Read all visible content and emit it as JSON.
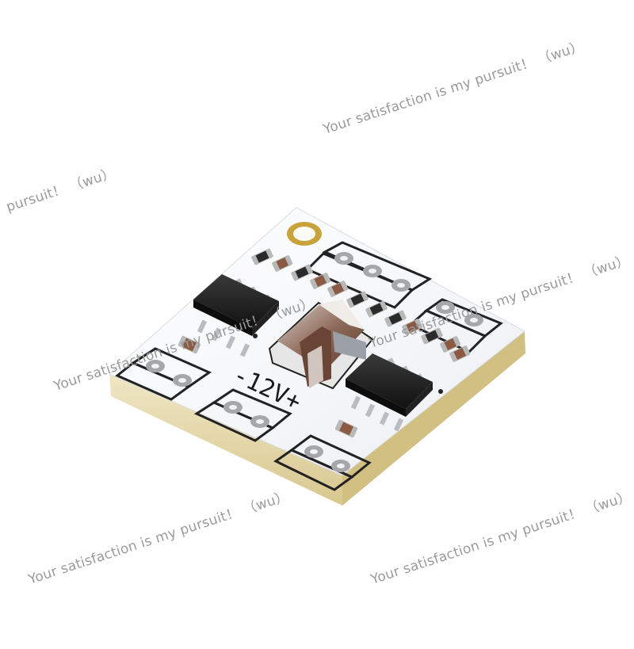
{
  "board_silkscreen": "-12V+",
  "watermarks": [
    "Your satisfaction is my pursuit！ （wu）",
    "pursuit！ （wu）",
    "Your satisfaction is my pursuit！ （wu）",
    "Your satisfaction is my pursuit！ （wu）",
    "Your satisfaction is my pursuit！ （wu）",
    "Your satisfaction is my pursuit！ （wu）"
  ],
  "colors": {
    "pcb_white": "#f7f8fa",
    "pcb_edge": "#e9dcb0",
    "chip_black": "#1c1c1c",
    "copper": "#a5a7ab",
    "brown_cap": "#8a5a43"
  }
}
